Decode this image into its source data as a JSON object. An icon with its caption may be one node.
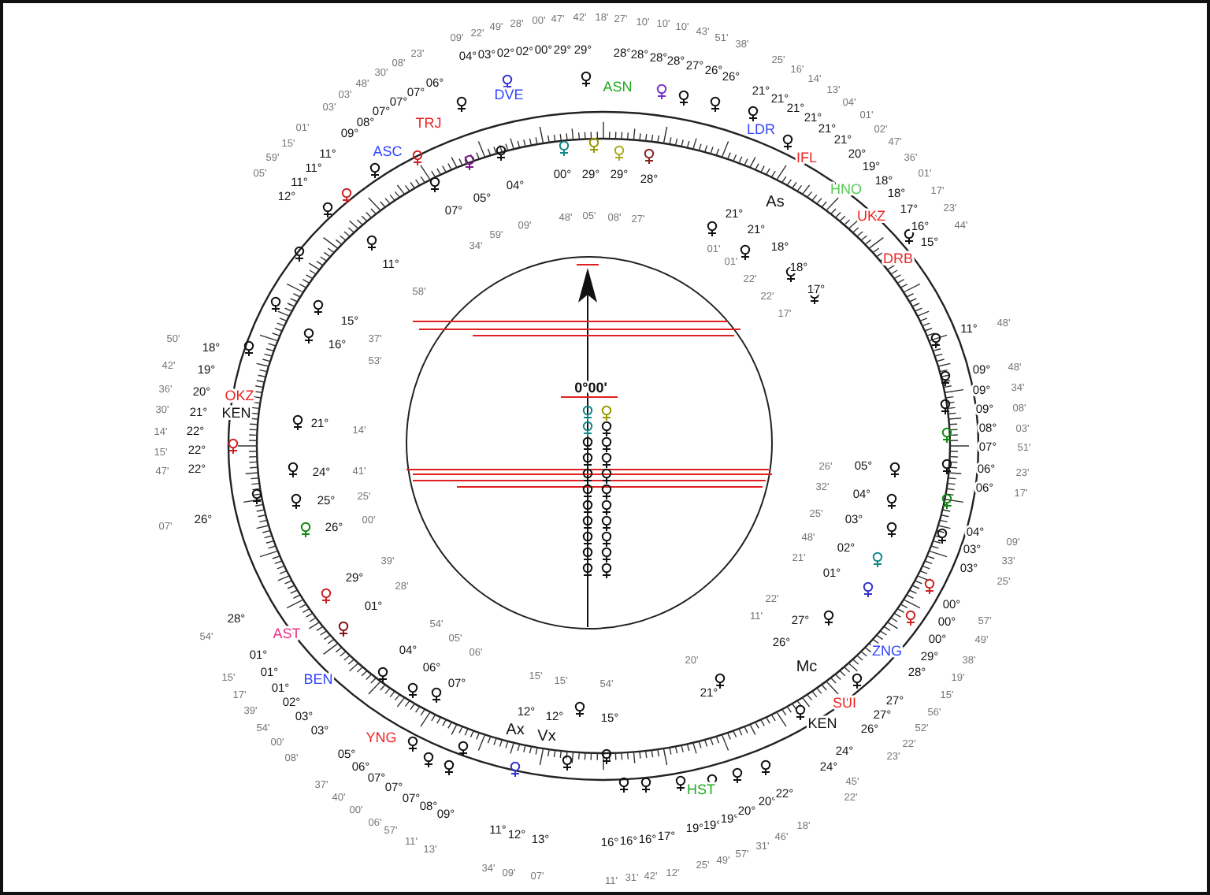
{
  "diagram": {
    "labels": [
      "09'",
      "22'",
      "49'",
      "28'",
      "00'",
      "47'",
      "42'",
      "18'",
      "27'",
      "10'",
      "10'",
      "10'",
      "43'",
      "51'",
      "38'",
      "04°",
      "03°",
      "02°",
      "02°",
      "00°",
      "29°",
      "29°",
      "28°",
      "28°",
      "28°",
      "28°",
      "27°",
      "26°",
      "26°",
      "23'",
      "08'",
      "30'",
      "48'",
      "03'",
      "03'",
      "01'",
      "15'",
      "59'",
      "05'",
      "06°",
      "07°",
      "07°",
      "07°",
      "08°",
      "09°",
      "11°",
      "11°",
      "11°",
      "12°",
      "DVE",
      "TRJ",
      "ASC",
      "ASN",
      "LDR",
      "IFL",
      "HNO",
      "UKZ",
      "DRB",
      "04°",
      "05°",
      "07°",
      "09'",
      "59'",
      "34'",
      "00°",
      "29°",
      "29°",
      "28°",
      "48'",
      "05'",
      "08'",
      "27'",
      "As",
      "21°",
      "21°",
      "18°",
      "18°",
      "17°",
      "01'",
      "01'",
      "22'",
      "22'",
      "17'",
      "21°",
      "21°",
      "21°",
      "21°",
      "21°",
      "21°",
      "20°",
      "19°",
      "18°",
      "18°",
      "17°",
      "16°",
      "15°",
      "25'",
      "16'",
      "14'",
      "13'",
      "04'",
      "01'",
      "02'",
      "47'",
      "36'",
      "01'",
      "17'",
      "23'",
      "44'",
      "11°",
      "58'",
      "15°",
      "37'",
      "16°",
      "53'",
      "21°",
      "14'",
      "24°",
      "41'",
      "25°",
      "25'",
      "26°",
      "00'",
      "29°",
      "39'",
      "28'",
      "18°",
      "19°",
      "20°",
      "21°",
      "22°",
      "22°",
      "22°",
      "26°",
      "50'",
      "42'",
      "36'",
      "30'",
      "14'",
      "15'",
      "47'",
      "07'",
      "OKZ",
      "KEN",
      "01°",
      "04°",
      "54'",
      "06°",
      "05'",
      "07°",
      "06'",
      "12°",
      "15'",
      "12°",
      "15'",
      "28°",
      "54'",
      "01°",
      "01°",
      "01°",
      "02°",
      "03°",
      "03°",
      "05°",
      "06°",
      "07°",
      "07°",
      "07°",
      "08°",
      "09°",
      "15'",
      "17'",
      "39'",
      "54'",
      "00'",
      "08'",
      "37'",
      "40'",
      "00'",
      "06'",
      "57'",
      "11'",
      "13'",
      "AST",
      "BEN",
      "YNG",
      "Ax",
      "Vx",
      "Mc",
      "11°",
      "12°",
      "13°",
      "34'",
      "09'",
      "07'",
      "16°",
      "16°",
      "16°",
      "17°",
      "19°",
      "19°",
      "19°",
      "20°",
      "20°",
      "22°",
      "11'",
      "31'",
      "42'",
      "12'",
      "25'",
      "49'",
      "57'",
      "31'",
      "46'",
      "18'",
      "HST",
      "15°",
      "54'",
      "21°",
      "20'",
      "27°",
      "26°",
      "22'",
      "11'",
      "24°",
      "24°",
      "26°",
      "27°",
      "27°",
      "28°",
      "29°",
      "22'",
      "45'",
      "23'",
      "22'",
      "52'",
      "56'",
      "15'",
      "19'",
      "38'",
      "ZNG",
      "SUI",
      "KEN",
      "00°",
      "00°",
      "00°",
      "57'",
      "49'",
      "11°",
      "48'",
      "09°",
      "48'",
      "09°",
      "34'",
      "09°",
      "08'",
      "08°",
      "03'",
      "07°",
      "51'",
      "06°",
      "23'",
      "06°",
      "17'",
      "04°",
      "09'",
      "03°",
      "33'",
      "03°",
      "25'",
      "26'",
      "05°",
      "32'",
      "04°",
      "25'",
      "03°",
      "48'",
      "02°",
      "21'",
      "01°",
      "0°00'"
    ]
  }
}
